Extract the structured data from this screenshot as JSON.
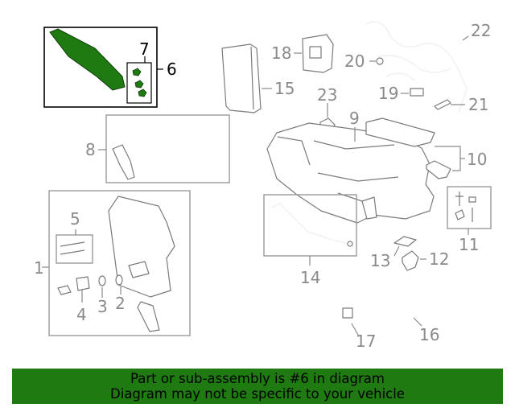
{
  "colors": {
    "highlight": "#1f7a12",
    "line": "#7a7a7a",
    "label": "#8a8a8a"
  },
  "callouts": {
    "c1": "1",
    "c2": "2",
    "c3": "3",
    "c4": "4",
    "c5": "5",
    "c6": "6",
    "c7": "7",
    "c8": "8",
    "c9": "9",
    "c10": "10",
    "c11": "11",
    "c12": "12",
    "c13": "13",
    "c14": "14",
    "c15": "15",
    "c16": "16",
    "c17": "17",
    "c18": "18",
    "c19": "19",
    "c20": "20",
    "c21": "21",
    "c22": "22",
    "c23": "23"
  },
  "footer": {
    "line1": "Part or sub-assembly is #6 in diagram",
    "line2": "Diagram may not be specific to your vehicle"
  }
}
